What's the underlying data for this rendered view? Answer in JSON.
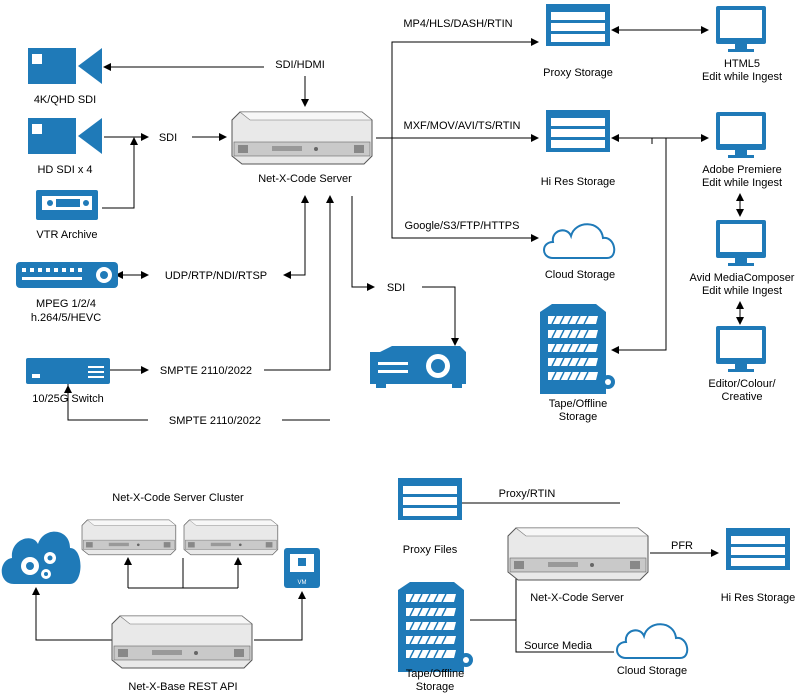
{
  "colors": {
    "accent": "#1f7ab8",
    "line": "#000000",
    "background": "#ffffff"
  },
  "labels": {
    "cam_4k": "4K/QHD SDI",
    "cam_hd": "HD SDI x 4",
    "vtr": "VTR Archive",
    "mpeg_1": "MPEG 1/2/4",
    "mpeg_2": "h.264/5/HEVC",
    "switch": "10/25G Switch",
    "sdi_hdmi": "SDI/HDMI",
    "sdi_in": "SDI",
    "udp": "UDP/RTP/NDI/RTSP",
    "smpte_in": "SMPTE 2110/2022",
    "smpte_out": "SMPTE 2110/2022",
    "server": "Net-X-Code Server",
    "sdi_out": "SDI",
    "mp4": "MP4/HLS/DASH/RTIN",
    "mxf": "MXF/MOV/AVI/TS/RTIN",
    "google": "Google/S3/FTP/HTTPS",
    "proxy_storage": "Proxy Storage",
    "hires_storage": "Hi Res Storage",
    "cloud_storage": "Cloud Storage",
    "tape_1": "Tape/Offline",
    "tape_2": "Storage",
    "html5_1": "HTML5",
    "html5_2": "Edit while Ingest",
    "premiere_1": "Adobe Premiere",
    "premiere_2": "Edit while Ingest",
    "avid_1": "Avid MediaComposer",
    "avid_2": "Edit while Ingest",
    "editor_1": "Editor/Colour/",
    "editor_2": "Creative",
    "cluster_title": "Net-X-Code Server Cluster",
    "rest_api": "Net-X-Base REST API",
    "vm": "VM",
    "proxy_files": "Proxy Files",
    "proxy_rtin": "Proxy/RTIN",
    "pfr": "PFR",
    "server2": "Net-X-Code Server",
    "hires2": "Hi Res Storage",
    "source_media": "Source Media",
    "tape2_1": "Tape/Offline",
    "tape2_2": "Storage",
    "cloud2": "Cloud Storage"
  },
  "icons": [
    "camera-icon",
    "vtr-icon",
    "encoder-icon",
    "switch-icon",
    "server-icon",
    "storage-icon",
    "cloud-icon",
    "monitor-icon",
    "projector-icon",
    "rack-icon",
    "gear-cloud-icon",
    "vm-icon"
  ]
}
